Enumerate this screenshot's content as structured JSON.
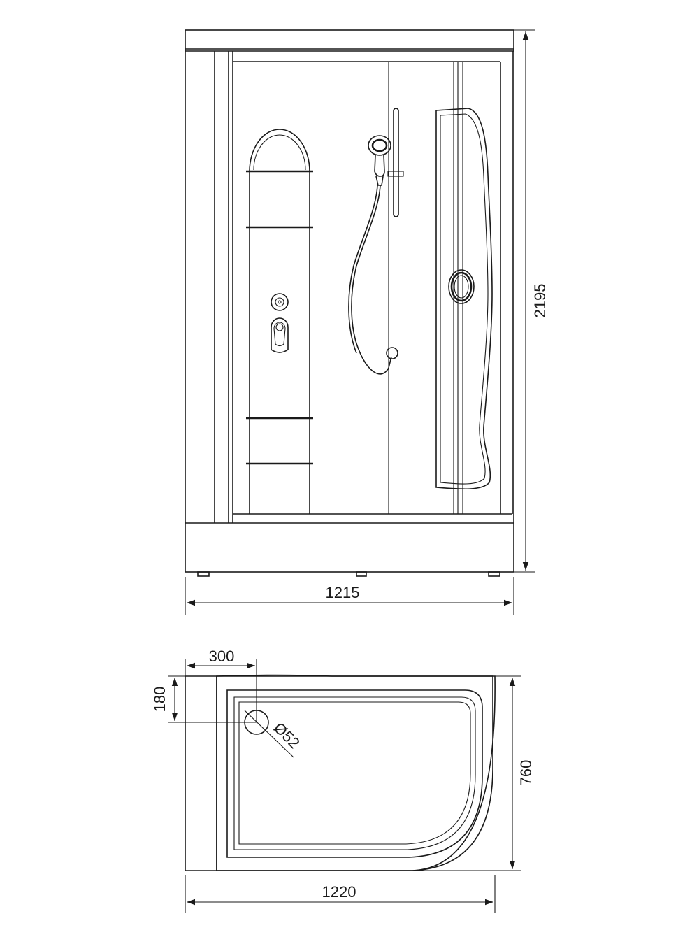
{
  "front_view": {
    "width_label": "1215",
    "height_label": "2195"
  },
  "tray_plan": {
    "width_label": "1220",
    "depth_label": "760",
    "drain_offset_x_label": "300",
    "drain_offset_y_label": "180",
    "drain_diameter_label": "Ø52"
  },
  "colors": {
    "line": "#1a1a1a",
    "background": "#ffffff"
  }
}
